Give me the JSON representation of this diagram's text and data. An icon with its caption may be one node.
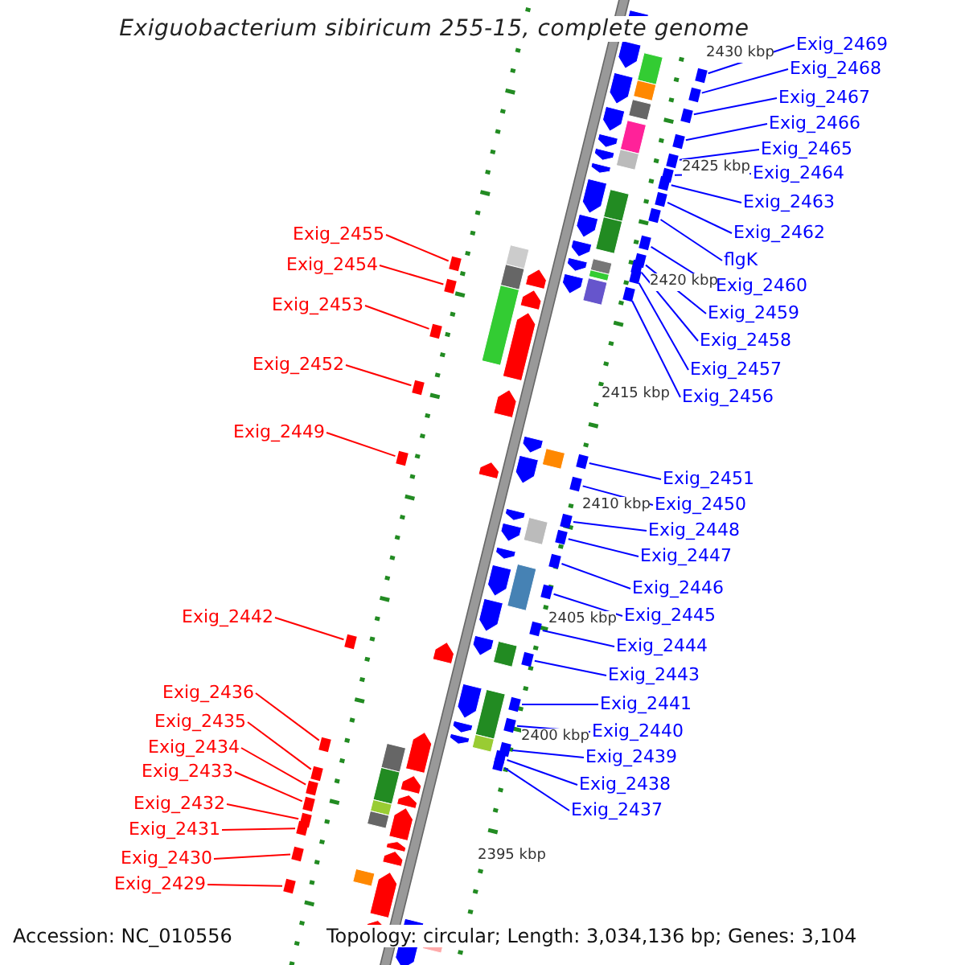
{
  "diagram": {
    "title": "Exiguobacterium sibiricum 255-15, complete genome",
    "nodes": [
      {
        "text": [
          "Exig_2469"
        ]
      },
      {
        "text": [
          "Exig_2468"
        ]
      },
      {
        "text": [
          "Exig_2467"
        ]
      },
      {
        "text": [
          "Exig_2466"
        ]
      },
      {
        "text": [
          "Exig_2465"
        ]
      },
      {
        "text": [
          "Exig_2464"
        ]
      },
      {
        "text": [
          "Exig_2463"
        ]
      },
      {
        "text": [
          "Exig_2462"
        ]
      },
      {
        "text": [
          "flgK"
        ]
      },
      {
        "text": [
          "Exig_2460"
        ]
      },
      {
        "text": [
          "Exig_2459"
        ]
      },
      {
        "text": [
          "Exig_2458"
        ]
      },
      {
        "text": [
          "Exig_2457"
        ]
      },
      {
        "text": [
          "Exig_2456"
        ]
      },
      {
        "text": [
          "Exig_2451"
        ]
      },
      {
        "text": [
          "Exig_2450"
        ]
      },
      {
        "text": [
          "Exig_2448"
        ]
      },
      {
        "text": [
          "Exig_2447"
        ]
      },
      {
        "text": [
          "Exig_2446"
        ]
      },
      {
        "text": [
          "Exig_2445"
        ]
      },
      {
        "text": [
          "Exig_2444"
        ]
      },
      {
        "text": [
          "Exig_2443"
        ]
      },
      {
        "text": [
          "Exig_2441"
        ]
      },
      {
        "text": [
          "Exig_2440"
        ]
      },
      {
        "text": [
          "Exig_2439"
        ]
      },
      {
        "text": [
          "Exig_2438"
        ]
      },
      {
        "text": [
          "Exig_2437"
        ]
      },
      {
        "text": [
          "Exig_2455"
        ]
      },
      {
        "text": [
          "Exig_2454"
        ]
      },
      {
        "text": [
          "Exig_2453"
        ]
      },
      {
        "text": [
          "Exig_2452"
        ]
      },
      {
        "text": [
          "Exig_2449"
        ]
      },
      {
        "text": [
          "Exig_2442"
        ]
      },
      {
        "text": [
          "Exig_2436"
        ]
      },
      {
        "text": [
          "Exig_2435"
        ]
      },
      {
        "text": [
          "Exig_2434"
        ]
      },
      {
        "text": [
          "Exig_2433"
        ]
      },
      {
        "text": [
          "Exig_2432"
        ]
      },
      {
        "text": [
          "Exig_2431"
        ]
      },
      {
        "text": [
          "Exig_2430"
        ]
      },
      {
        "text": [
          "Exig_2429"
        ]
      },
      {
        "text": [],
        "shape": "bar"
      },
      {
        "text": [],
        "shape": "bar"
      },
      {
        "text": [],
        "shape": "bar"
      },
      {
        "text": [],
        "shape": "bar"
      },
      {
        "text": [],
        "shape": "bar"
      },
      {
        "text": [],
        "shape": "bar"
      },
      {
        "text": [],
        "shape": "bar"
      },
      {
        "text": [],
        "shape": "bar"
      },
      {
        "text": [],
        "shape": "bar"
      },
      {
        "text": [],
        "shape": "bar"
      },
      {
        "text": [],
        "shape": "bar"
      },
      {
        "text": [],
        "shape": "bar"
      },
      {
        "text": [],
        "shape": "bar"
      },
      {
        "text": [],
        "shape": "bar"
      },
      {
        "text": [],
        "shape": "bar"
      },
      {
        "text": [],
        "shape": "bar"
      },
      {
        "text": [],
        "shape": "bar"
      },
      {
        "text": [],
        "shape": "bar"
      },
      {
        "text": [],
        "shape": "bar"
      },
      {
        "text": [],
        "shape": "bar"
      },
      {
        "text": [],
        "shape": "bar"
      },
      {
        "text": [],
        "shape": "bar"
      },
      {
        "text": [],
        "shape": "bar"
      },
      {
        "text": [],
        "shape": "bar"
      },
      {
        "text": [],
        "shape": "bar"
      },
      {
        "text": [],
        "shape": "bar"
      },
      {
        "text": [],
        "shape": "bar"
      },
      {
        "text": [],
        "shape": "bar"
      },
      {
        "text": [],
        "shape": "bar"
      },
      {
        "text": [],
        "shape": "bar"
      },
      {
        "text": [],
        "shape": "bar"
      },
      {
        "text": [],
        "shape": "bar"
      },
      {
        "text": [],
        "shape": "bar"
      },
      {
        "text": [],
        "shape": "bar"
      },
      {
        "text": [],
        "shape": "bar"
      },
      {
        "text": [],
        "shape": "bar"
      },
      {
        "text": [],
        "shape": "bar"
      },
      {
        "text": [],
        "shape": "bar"
      },
      {
        "text": [],
        "shape": "bar"
      },
      {
        "text": [],
        "shape": "bar"
      },
      {
        "text": [],
        "shape": "bar"
      }
    ],
    "edges": [
      {
        "from": 0,
        "to": 41,
        "arrow": "none"
      },
      {
        "from": 1,
        "to": 42,
        "arrow": "none"
      },
      {
        "from": 2,
        "to": 43,
        "arrow": "none"
      },
      {
        "from": 3,
        "to": 44,
        "arrow": "none"
      },
      {
        "from": 4,
        "to": 45,
        "arrow": "none"
      },
      {
        "from": 5,
        "to": 46,
        "arrow": "none"
      },
      {
        "from": 6,
        "to": 47,
        "arrow": "none"
      },
      {
        "from": 7,
        "to": 48,
        "arrow": "none"
      },
      {
        "from": 8,
        "to": 49,
        "arrow": "none"
      },
      {
        "from": 9,
        "to": 50,
        "arrow": "none"
      },
      {
        "from": 10,
        "to": 51,
        "arrow": "none"
      },
      {
        "from": 11,
        "to": 52,
        "arrow": "none"
      },
      {
        "from": 12,
        "to": 53,
        "arrow": "none"
      },
      {
        "from": 13,
        "to": 54,
        "arrow": "none"
      },
      {
        "from": 14,
        "to": 55,
        "arrow": "none"
      },
      {
        "from": 15,
        "to": 56,
        "arrow": "none"
      },
      {
        "from": 16,
        "to": 57,
        "arrow": "none"
      },
      {
        "from": 17,
        "to": 58,
        "arrow": "none"
      },
      {
        "from": 18,
        "to": 59,
        "arrow": "none"
      },
      {
        "from": 19,
        "to": 60,
        "arrow": "none"
      },
      {
        "from": 20,
        "to": 61,
        "arrow": "none"
      },
      {
        "from": 21,
        "to": 62,
        "arrow": "none"
      },
      {
        "from": 22,
        "to": 63,
        "arrow": "none"
      },
      {
        "from": 23,
        "to": 64,
        "arrow": "none"
      },
      {
        "from": 24,
        "to": 65,
        "arrow": "none"
      },
      {
        "from": 25,
        "to": 66,
        "arrow": "none"
      },
      {
        "from": 26,
        "to": 67,
        "arrow": "none"
      },
      {
        "from": 27,
        "to": 68,
        "arrow": "none",
        "color": "#ff0000"
      },
      {
        "from": 28,
        "to": 69,
        "arrow": "none",
        "color": "#ff0000"
      },
      {
        "from": 29,
        "to": 70,
        "arrow": "none",
        "color": "#ff0000"
      },
      {
        "from": 30,
        "to": 71,
        "arrow": "none",
        "color": "#ff0000"
      },
      {
        "from": 31,
        "to": 72,
        "arrow": "none",
        "color": "#ff0000"
      },
      {
        "from": 32,
        "to": 73,
        "arrow": "none",
        "color": "#ff0000"
      },
      {
        "from": 33,
        "to": 74,
        "arrow": "none",
        "color": "#ff0000"
      },
      {
        "from": 34,
        "to": 75,
        "arrow": "none",
        "color": "#ff0000"
      },
      {
        "from": 35,
        "to": 76,
        "arrow": "none",
        "color": "#ff0000"
      },
      {
        "from": 36,
        "to": 77,
        "arrow": "none",
        "color": "#ff0000"
      },
      {
        "from": 37,
        "to": 78,
        "arrow": "none",
        "color": "#ff0000"
      },
      {
        "from": 38,
        "to": 79,
        "arrow": "none",
        "color": "#ff0000"
      },
      {
        "from": 39,
        "to": 80,
        "arrow": "none",
        "color": "#ff0000"
      },
      {
        "from": 40,
        "to": 81,
        "arrow": "none",
        "color": "#ff0000"
      }
    ],
    "labels": [
      "2430 kbp",
      "2425 kbp",
      "2420 kbp",
      "2415 kbp",
      "2410 kbp",
      "2405 kbp",
      "2400 kbp",
      "2395 kbp",
      "Accession: NC_010556",
      "Topology: circular; Length: 3,034,136 bp; Genes: 3,104"
    ]
  }
}
